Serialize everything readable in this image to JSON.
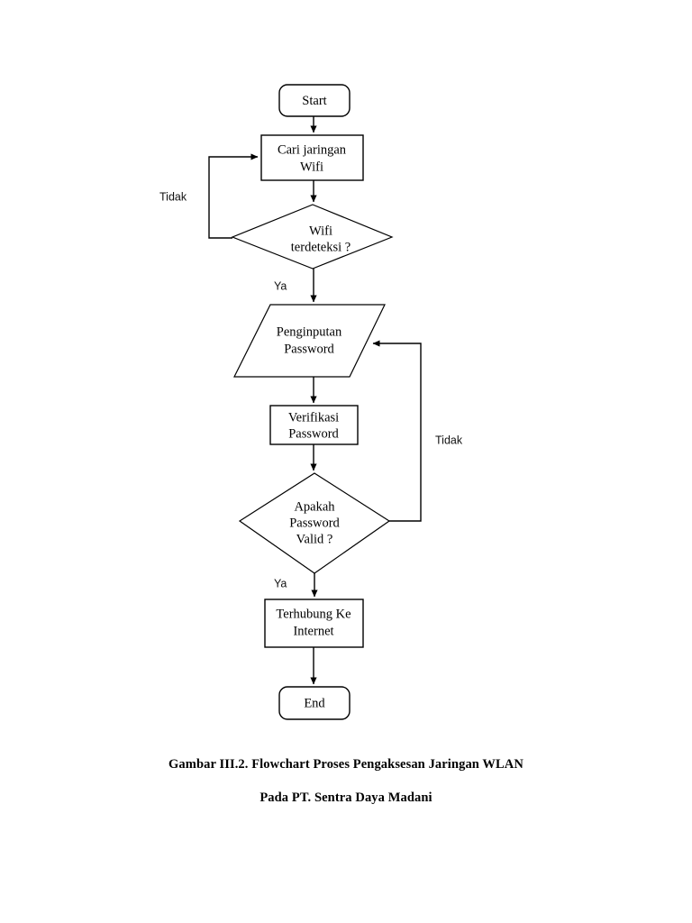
{
  "document": {
    "type": "flowchart-figure",
    "background_color": "#ffffff",
    "line_color": "#000000",
    "text_color": "#000000"
  },
  "flowchart": {
    "title": "Flowchart Proses Pengaksesan Jaringan WLAN",
    "nodes": [
      {
        "id": "start",
        "shape": "terminator",
        "label_line_1": "Start",
        "label_line_2": ""
      },
      {
        "id": "cari-wifi",
        "shape": "process",
        "label_line_1": "Cari jaringan",
        "label_line_2": "Wifi"
      },
      {
        "id": "wifi-check",
        "shape": "decision",
        "label_line_1": "Wifi",
        "label_line_2": "terdeteksi ?"
      },
      {
        "id": "input-pass",
        "shape": "input-output",
        "label_line_1": "Penginputan",
        "label_line_2": "Password"
      },
      {
        "id": "verif-pass",
        "shape": "process",
        "label_line_1": "Verifikasi",
        "label_line_2": "Password"
      },
      {
        "id": "pass-check",
        "shape": "decision",
        "label_line_1": "Apakah",
        "label_line_2": "Password",
        "label_line_3": "Valid ?"
      },
      {
        "id": "connected",
        "shape": "process",
        "label_line_1": "Terhubung Ke",
        "label_line_2": "Internet"
      },
      {
        "id": "end",
        "shape": "terminator",
        "label_line_1": "End",
        "label_line_2": ""
      }
    ],
    "branch_labels": {
      "wifi_no": "Tidak",
      "wifi_yes": "Ya",
      "pass_no": "Tidak",
      "pass_yes": "Ya"
    }
  },
  "caption": {
    "line_1": "Gambar III.2. Flowchart Proses Pengaksesan Jaringan WLAN",
    "line_2": "Pada PT. Sentra Daya Madani"
  }
}
